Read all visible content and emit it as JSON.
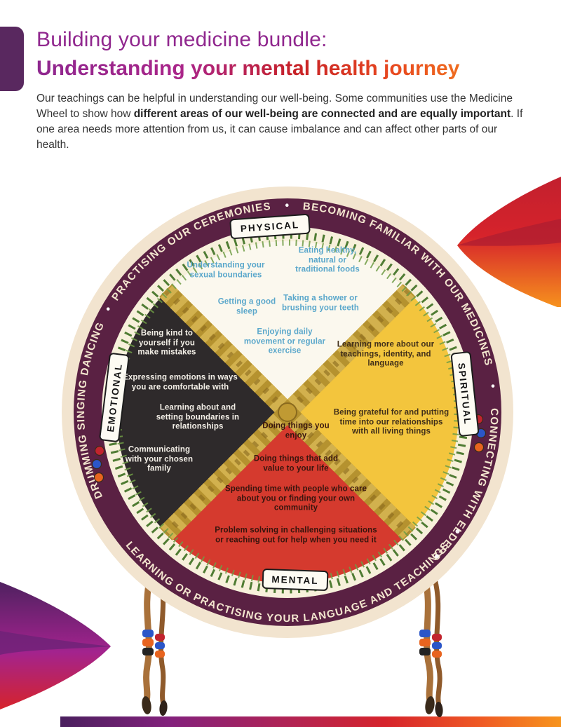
{
  "header": {
    "title_line1": "Building your medicine bundle:",
    "title_line2": "Understanding your mental health journey"
  },
  "intro": {
    "text_before": "Our teachings can be helpful in understanding our well-being. Some communities use the Medicine Wheel to show how ",
    "text_bold": "different areas of our well-being are connected and are equally important",
    "text_after": ". If one area needs more attention from us, it can cause imbalance and can affect other parts of our health."
  },
  "wheel": {
    "ring_arcs": {
      "left": "DRUMMING SINGING DANCING",
      "top_left": "PRACTISING OUR CEREMONIES",
      "top_right": "BECOMING FAMILIAR WITH OUR MEDICINES",
      "right": "CONNECTING WITH ELDERS",
      "bottom": "LEARNING OR PRACTISING YOUR LANGUAGE AND TEACHINGS",
      "separator": "•"
    },
    "quadrants": [
      {
        "label": "PHYSICAL",
        "color": "#fbf8ee",
        "items": [
          "Understanding your sexual boundaries",
          "Eating healthy, natural or traditional foods",
          "Getting a good sleep",
          "Taking a shower or brushing your teeth",
          "Enjoying daily movement or regular exercise"
        ]
      },
      {
        "label": "EMOTIONAL",
        "color": "#2e2a2b",
        "items": [
          "Being kind to yourself if you make mistakes",
          "Expressing emotions in ways you are comfortable with",
          "Learning about and setting boundaries in relationships",
          "Communicating with your chosen family"
        ]
      },
      {
        "label": "SPIRITUAL",
        "color": "#f3c53d",
        "items": [
          "Learning more about our teachings, identity, and language",
          "Being grateful for and putting time into our relationships with all living things"
        ]
      },
      {
        "label": "MENTAL",
        "color": "#d53a2e",
        "items": [
          "Doing things you enjoy",
          "Doing things that add value to your life",
          "Spending time with people who care about you or finding your own community",
          "Problem solving in challenging situations or reaching out for help when you need it"
        ]
      }
    ]
  },
  "colors": {
    "title_purple": "#90278e",
    "accent_magenta": "#a3238e",
    "accent_red": "#d6232b",
    "accent_orange": "#f7941d",
    "ring_maroon": "#5a2143",
    "braid_gold": "#b5922f",
    "greenery": "#4f7c33",
    "physical_text_blue": "#5aa7cb"
  }
}
